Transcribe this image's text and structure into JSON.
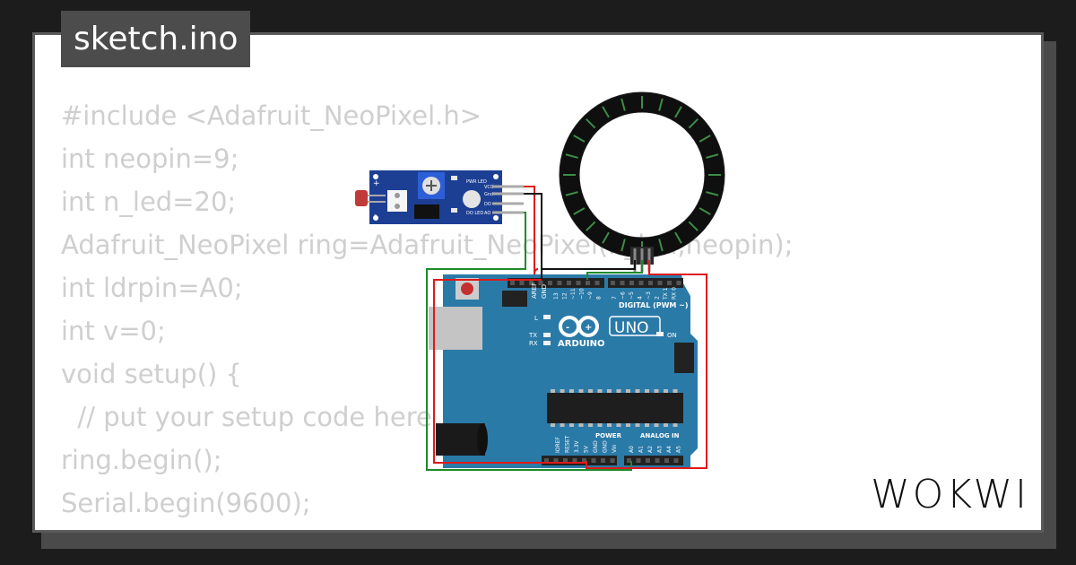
{
  "tab": {
    "label": "sketch.ino"
  },
  "code_lines": [
    "#include <Adafruit_NeoPixel.h>",
    "int neopin=9;",
    "int n_led=20;",
    "Adafruit_NeoPixel ring=Adafruit_NeoPixel(n_led,neopin);",
    "int ldrpin=A0;",
    "int v=0;",
    "void setup() {",
    "  // put your setup code here",
    "ring.begin();",
    "Serial.begin(9600);",
    "}"
  ],
  "board": {
    "brand": "ARDUINO",
    "model": "UNO",
    "digital_header": "DIGITAL (PWM ~)",
    "power_header": "POWER",
    "analog_header": "ANALOG IN",
    "on_label": "ON",
    "l_label": "L",
    "tx_label": "TX",
    "rx_label": "RX",
    "aref": "AREF",
    "gnd": "GND",
    "digital_pins": [
      "13",
      "12",
      "~11",
      "~10",
      "~9",
      "8",
      "7",
      "~6",
      "~5",
      "4",
      "~3",
      "2",
      "TX 1",
      "RX 0"
    ],
    "power_pins": [
      "IOREF",
      "RESET",
      "3.3V",
      "5V",
      "GND",
      "GND",
      "Vin"
    ],
    "analog_pins": [
      "A0",
      "A1",
      "A2",
      "A3",
      "A4",
      "A5"
    ]
  },
  "sensor": {
    "pin_labels": [
      "VCC",
      "Gnd",
      "DO",
      "AO"
    ],
    "led_labels": [
      "PWR LED",
      "DO LED"
    ],
    "plus": "+",
    "minus": "-"
  },
  "logo": {
    "text": "WOKWI"
  },
  "colors": {
    "wire_red": "#e0191a",
    "wire_green": "#1f8a2a",
    "wire_black": "#111111",
    "board": "#2a7aa8",
    "sensor_board": "#1c3f94"
  }
}
